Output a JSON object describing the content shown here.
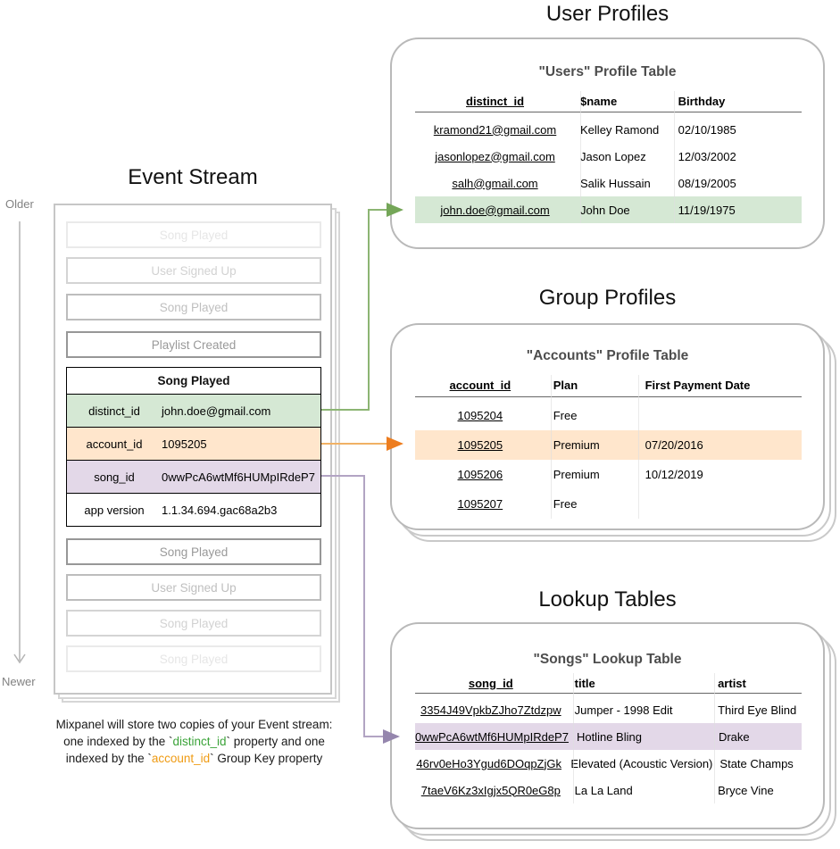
{
  "colors": {
    "green_highlight": "#d5e8d4",
    "orange_highlight": "#ffe6cc",
    "purple_highlight": "#e3d8e8",
    "green_arrow_line": "#8cb573",
    "green_arrow_head": "#74a658",
    "orange_arrow_line": "#f0b164",
    "orange_arrow_head": "#ed7d1f",
    "purple_arrow_line": "#b2a4c3",
    "purple_arrow_head": "#9586ad",
    "timeline_gray": "#b3b3b3",
    "distinct_id_text": "#3ba339",
    "account_id_text": "#ef9b13"
  },
  "event_stream": {
    "title": "Event Stream",
    "older_label": "Older",
    "newer_label": "Newer",
    "events_before": [
      {
        "label": "Song Played"
      },
      {
        "label": "User Signed Up"
      },
      {
        "label": "Song Played"
      },
      {
        "label": "Playlist Created"
      }
    ],
    "focused_event": {
      "title": "Song Played",
      "properties": [
        {
          "key": "distinct_id",
          "value": "john.doe@gmail.com"
        },
        {
          "key": "account_id",
          "value": "1095205"
        },
        {
          "key": "song_id",
          "value": "0wwPcA6wtMf6HUMpIRdeP7"
        },
        {
          "key": "app version",
          "value": "1.1.34.694.gac68a2b3"
        }
      ]
    },
    "events_after": [
      {
        "label": "Song Played"
      },
      {
        "label": "User Signed Up"
      },
      {
        "label": "Song Played"
      },
      {
        "label": "Song Played"
      }
    ]
  },
  "user_profiles": {
    "section_title": "User Profiles",
    "table_title": "\"Users\" Profile Table",
    "columns": [
      "distinct_id",
      "$name",
      "Birthday"
    ],
    "rows": [
      {
        "distinct_id": "kramond21@gmail.com",
        "name": "Kelley Ramond",
        "birthday": "02/10/1985"
      },
      {
        "distinct_id": "jasonlopez@gmail.com",
        "name": "Jason Lopez",
        "birthday": "12/03/2002"
      },
      {
        "distinct_id": "salh@gmail.com",
        "name": "Salik Hussain",
        "birthday": "08/19/2005"
      },
      {
        "distinct_id": "john.doe@gmail.com",
        "name": "John Doe",
        "birthday": "11/19/1975"
      }
    ]
  },
  "group_profiles": {
    "section_title": "Group Profiles",
    "table_title": "\"Accounts\" Profile Table",
    "columns": [
      "account_id",
      "Plan",
      "First Payment Date"
    ],
    "rows": [
      {
        "account_id": "1095204",
        "plan": "Free",
        "first_payment_date": ""
      },
      {
        "account_id": "1095205",
        "plan": "Premium",
        "first_payment_date": "07/20/2016"
      },
      {
        "account_id": "1095206",
        "plan": "Premium",
        "first_payment_date": "10/12/2019"
      },
      {
        "account_id": "1095207",
        "plan": "Free",
        "first_payment_date": ""
      }
    ]
  },
  "lookup_tables": {
    "section_title": "Lookup Tables",
    "table_title": "\"Songs\" Lookup Table",
    "columns": [
      "song_id",
      "title",
      "artist"
    ],
    "rows": [
      {
        "song_id": "3354J49VpkbZJho7Ztdzpw",
        "title": "Jumper - 1998 Edit",
        "artist": "Third Eye Blind"
      },
      {
        "song_id": "0wwPcA6wtMf6HUMpIRdeP7",
        "title": "Hotline Bling",
        "artist": "Drake"
      },
      {
        "song_id": "46rv0eHo3Ygud6DOqpZjGk",
        "title": "Elevated (Acoustic Version)",
        "artist": "State Champs"
      },
      {
        "song_id": "7taeV6Kz3xIgjx5QR0eG8p",
        "title": "La La Land",
        "artist": "Bryce Vine"
      }
    ]
  },
  "footnote": {
    "line1": "Mixpanel will store two copies of your Event stream:",
    "line2_before": "one indexed by the `",
    "line2_code": "distinct_id",
    "line2_after": "` property and one",
    "line3_before": "indexed by the `",
    "line3_code": "account_id",
    "line3_after": "` Group Key property"
  }
}
